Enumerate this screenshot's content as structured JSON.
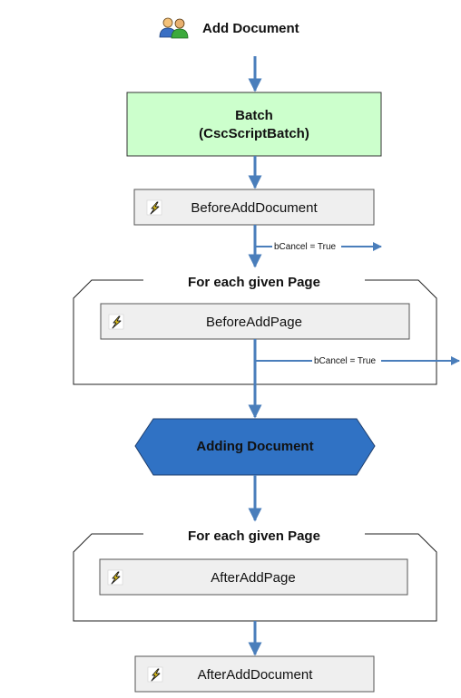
{
  "header": {
    "title": "Add Document",
    "icon": "users-icon"
  },
  "batch": {
    "line1": "Batch",
    "line2": "(CscScriptBatch)"
  },
  "events": {
    "before_add_document": "BeforeAddDocument",
    "before_add_page": "BeforeAddPage",
    "after_add_page": "AfterAddPage",
    "after_add_document": "AfterAddDocument"
  },
  "loops": {
    "first_title": "For each given Page",
    "second_title": "For each given Page"
  },
  "cancel": {
    "label1": "bCancel = True",
    "label2": "bCancel = True"
  },
  "adding": {
    "label": "Adding Document"
  },
  "colors": {
    "arrow": "#4a7ebb",
    "batch_fill": "#ccffcc",
    "event_fill": "#efefef",
    "adding_fill": "#3072c4",
    "lightning": "#f2d11a"
  }
}
